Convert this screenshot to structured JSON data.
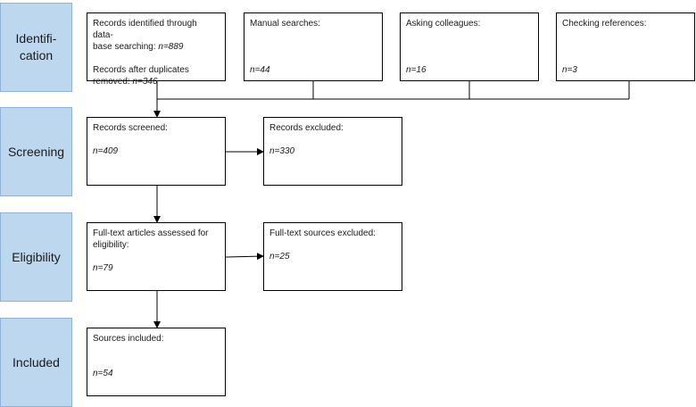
{
  "stages": [
    {
      "id": "identification",
      "label": "Identifi-\ncation"
    },
    {
      "id": "screening",
      "label": "Screening"
    },
    {
      "id": "eligibility",
      "label": "Eligibility"
    },
    {
      "id": "included",
      "label": "Included"
    }
  ],
  "identification": {
    "database": {
      "label_1": "Records identified through data-\nbase searching: ",
      "n_1": "n=889",
      "label_2": "Records after duplicates\nremoved: ",
      "n_2": "n=346"
    },
    "manual": {
      "label": "Manual searches:",
      "n": "n=44"
    },
    "colleagues": {
      "label": "Asking colleagues:",
      "n": "n=16"
    },
    "references": {
      "label": "Checking references:",
      "n": "n=3"
    }
  },
  "screening": {
    "screened": {
      "label": "Records screened:",
      "n": "n=409"
    },
    "excluded": {
      "label": "Records excluded:",
      "n": "n=330"
    }
  },
  "eligibility": {
    "assessed": {
      "label": "Full-text articles assessed for\neligibility:",
      "n": "n=79"
    },
    "excluded": {
      "label": "Full-text sources excluded:",
      "n": "n=25"
    }
  },
  "included": {
    "sources": {
      "label": "Sources included:",
      "n": "n=54"
    }
  }
}
